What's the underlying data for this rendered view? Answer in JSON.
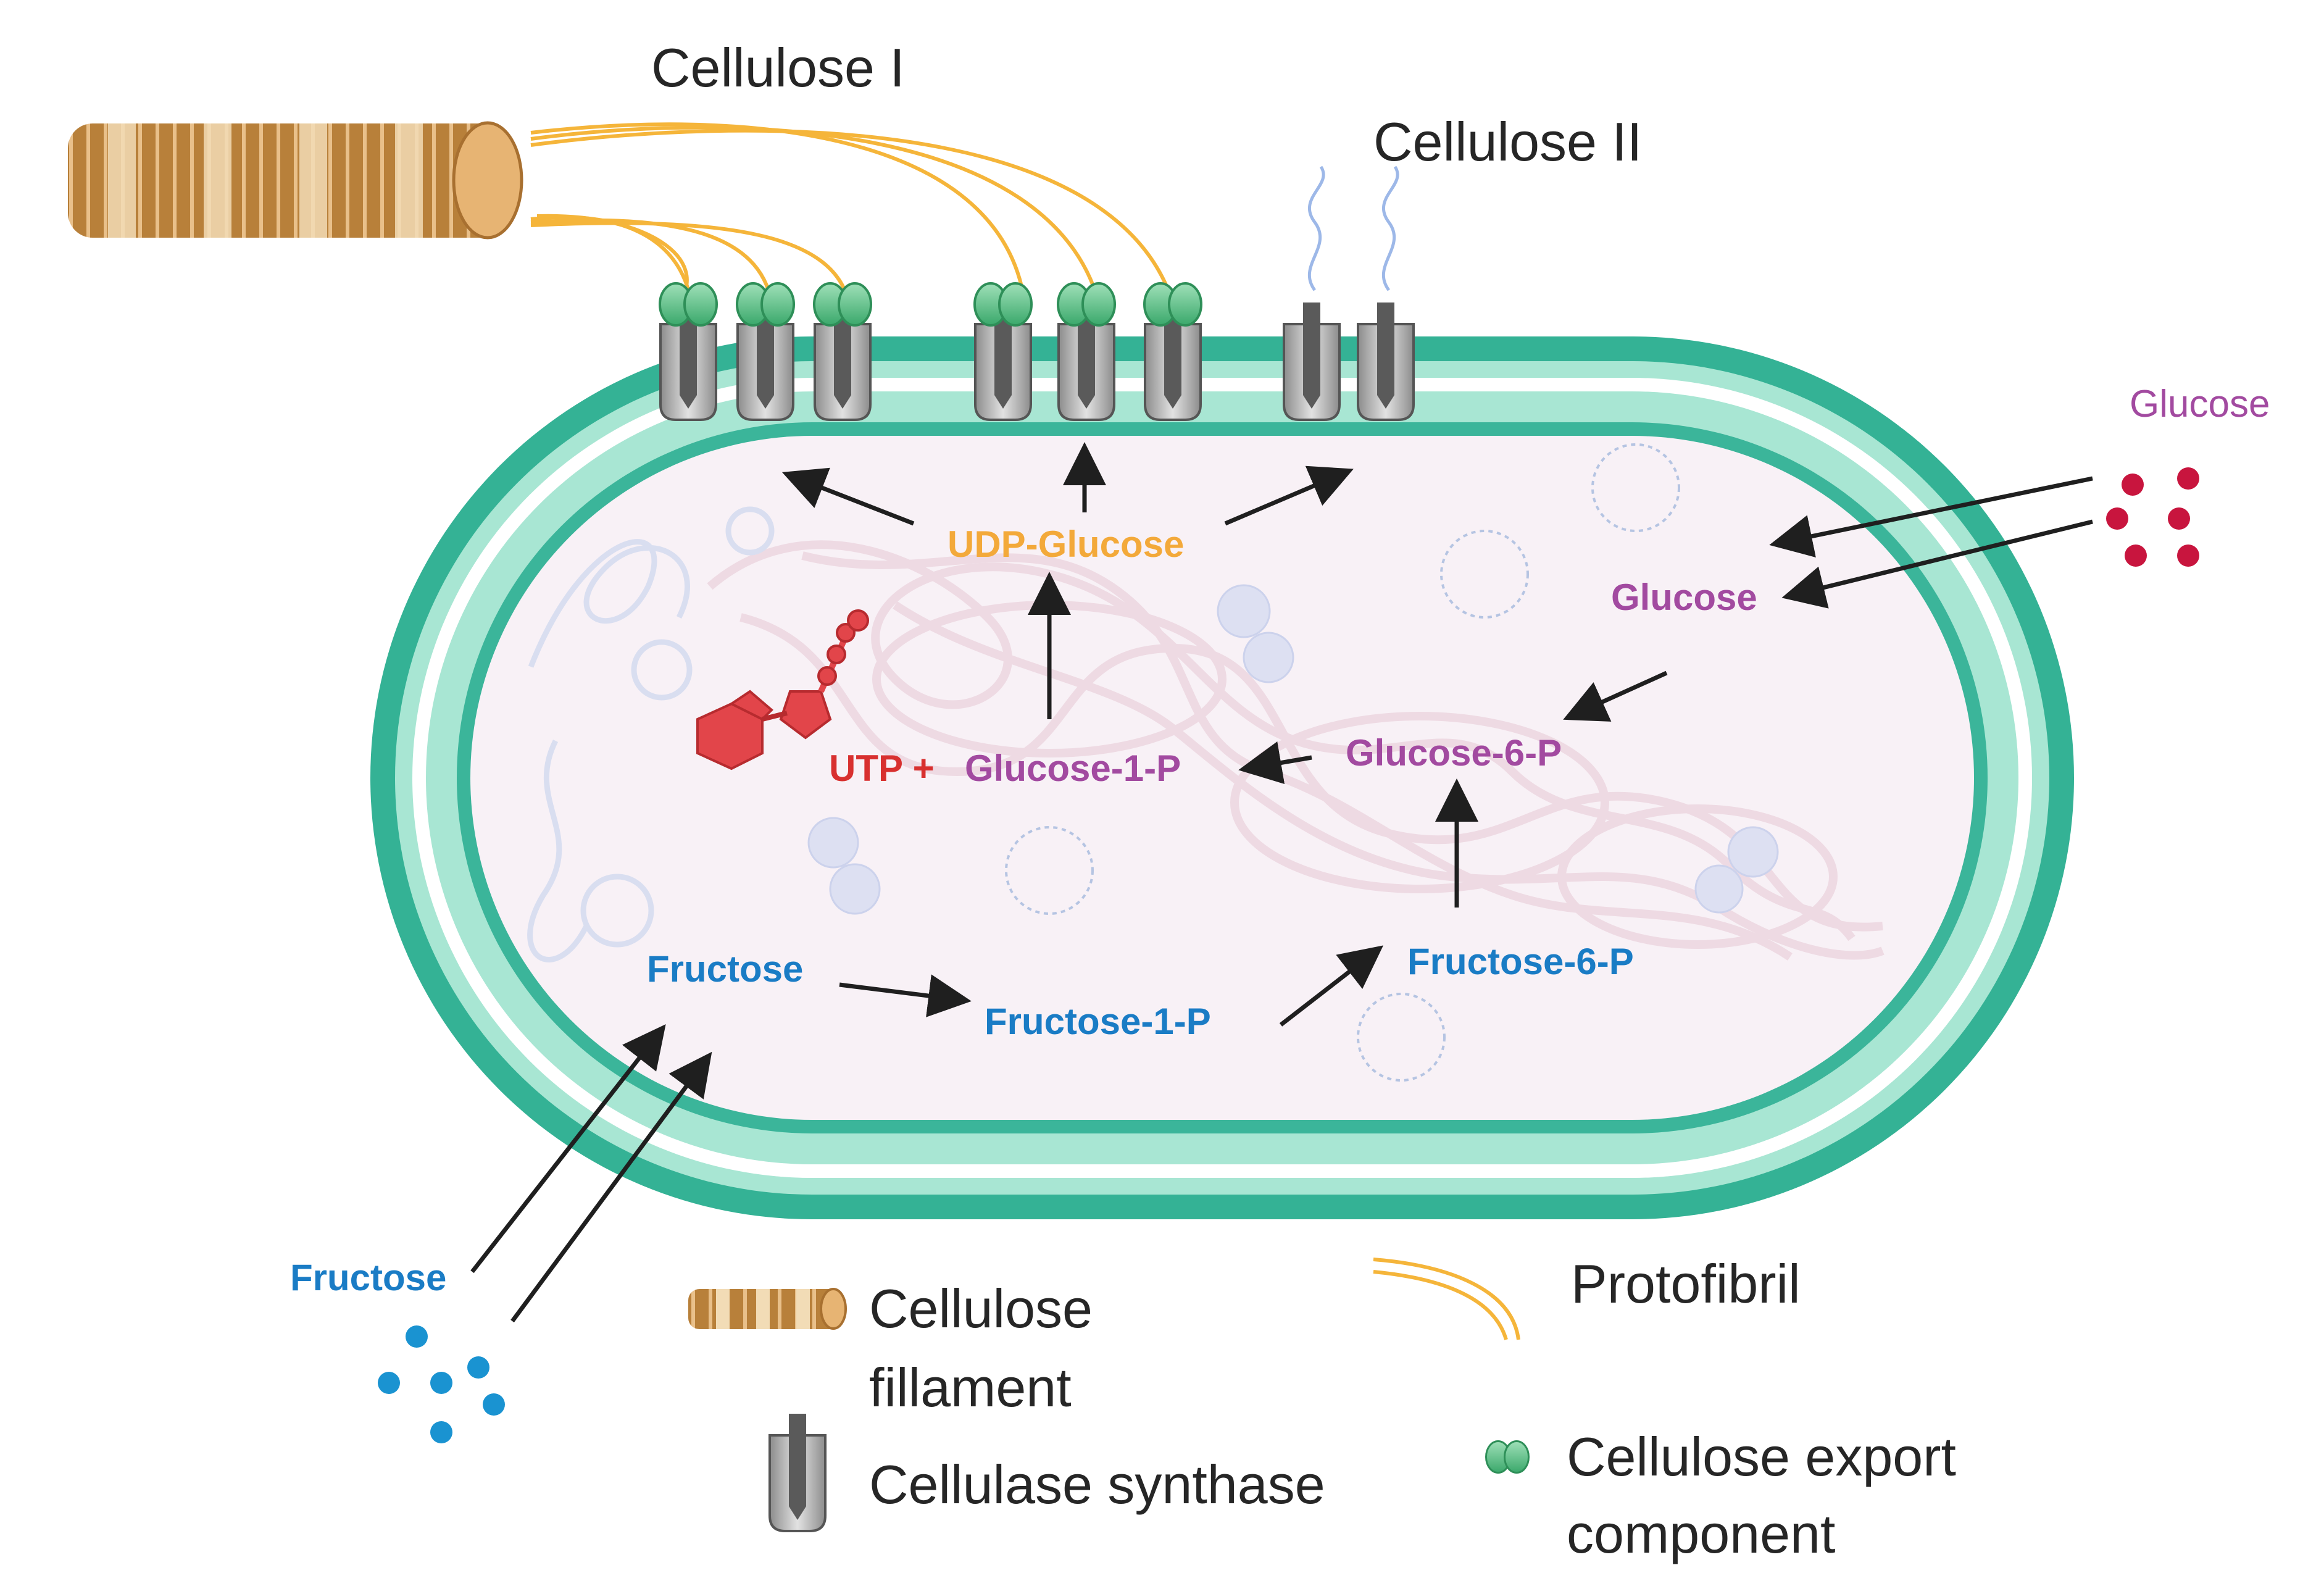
{
  "labels": {
    "cellulose_i": "Cellulose I",
    "cellulose_ii": "Cellulose II",
    "glucose_outside": "Glucose",
    "fructose_outside": "Fructose"
  },
  "pathway": {
    "udp_glucose": "UDP-Glucose",
    "glucose": "Glucose",
    "glucose_6p": "Glucose-6-P",
    "utp_plus": "UTP +",
    "glucose_1p": "Glucose-1-P",
    "fructose": "Fructose",
    "fructose_1p": "Fructose-1-P",
    "fructose_6p": "Fructose-6-P"
  },
  "legend": {
    "filament_line1": "Cellulose",
    "filament_line2": "fillament",
    "synthase": "Cellulase synthase",
    "protofibril": "Protofibril",
    "export_line1": "Cellulose export",
    "export_line2": "component"
  },
  "colors": {
    "membrane": "#3bb59a",
    "membrane_light": "#a8e6d3",
    "cytoplasm": "#f8f1f6",
    "protofibril": "#f5b53a",
    "fructose": "#1a7cc5",
    "glucose": "#a24aa0",
    "udp_glucose": "#f3a93a",
    "utp": "#d8302f"
  },
  "icons": {
    "filament": "cellulose-filament-icon",
    "synthase": "cellulose-synthase-icon",
    "export": "cellulose-export-component-icon",
    "protofibril": "protofibril-icon"
  }
}
